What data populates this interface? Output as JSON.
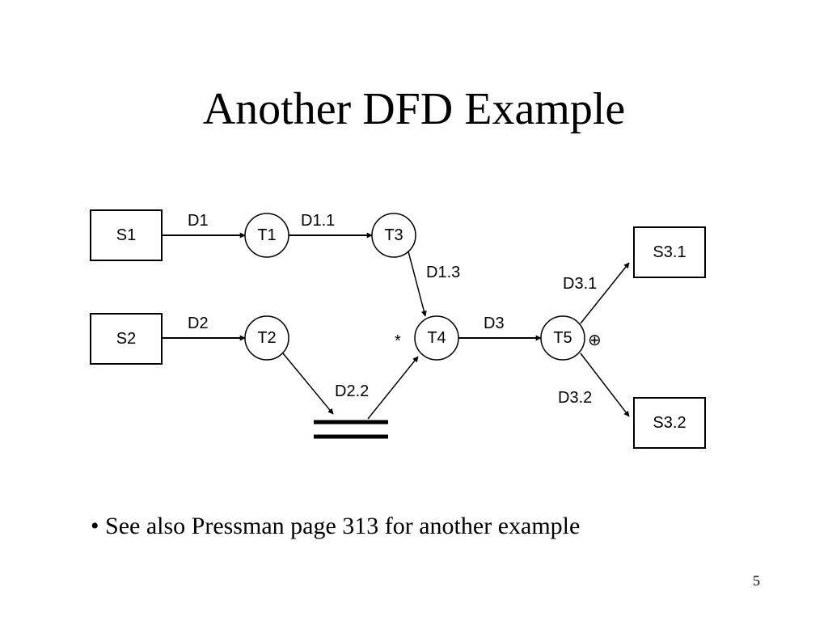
{
  "title": "Another DFD Example",
  "diagram": {
    "sources": [
      {
        "id": "s1",
        "label": "S1"
      },
      {
        "id": "s2",
        "label": "S2"
      }
    ],
    "sinks": [
      {
        "id": "s3_1",
        "label": "S3.1"
      },
      {
        "id": "s3_2",
        "label": "S3.2"
      }
    ],
    "processes": [
      {
        "id": "t1",
        "label": "T1"
      },
      {
        "id": "t2",
        "label": "T2"
      },
      {
        "id": "t3",
        "label": "T3"
      },
      {
        "id": "t4",
        "label": "T4"
      },
      {
        "id": "t5",
        "label": "T5"
      }
    ],
    "data_store": {
      "id": "store",
      "label": ""
    },
    "flows": [
      {
        "id": "d1",
        "label": "D1",
        "from": "S1",
        "to": "T1"
      },
      {
        "id": "d1_1",
        "label": "D1.1",
        "from": "T1",
        "to": "T3"
      },
      {
        "id": "d1_3",
        "label": "D1.3",
        "from": "T3",
        "to": "T4"
      },
      {
        "id": "d2",
        "label": "D2",
        "from": "S2",
        "to": "T2"
      },
      {
        "id": "t2_store",
        "label": "",
        "from": "T2",
        "to": "store"
      },
      {
        "id": "d2_2",
        "label": "D2.2",
        "from": "store",
        "to": "T4"
      },
      {
        "id": "d3",
        "label": "D3",
        "from": "T4",
        "to": "T5"
      },
      {
        "id": "d3_1",
        "label": "D3.1",
        "from": "T5",
        "to": "S3.1"
      },
      {
        "id": "d3_2",
        "label": "D3.2",
        "from": "T5",
        "to": "S3.2"
      }
    ],
    "operators": {
      "t4_and": "*",
      "t5_xor": "⊕"
    }
  },
  "bullets": [
    "• See also Pressman page 313 for another example"
  ],
  "page_number": "5"
}
